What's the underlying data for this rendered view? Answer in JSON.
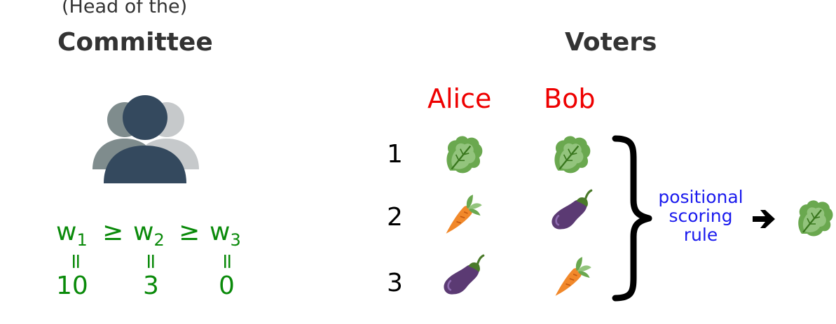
{
  "committee": {
    "subtitle": "(Head of the)",
    "title": "Committee",
    "icon": "committee-people-icon",
    "weights": {
      "w1": "w",
      "w1_sub": "1",
      "w2": "w",
      "w2_sub": "2",
      "w3": "w",
      "w3_sub": "3",
      "geq": "≥",
      "eq": "=",
      "values": [
        "10",
        "3",
        "0"
      ]
    }
  },
  "voters": {
    "title": "Voters",
    "names": [
      "Alice",
      "Bob"
    ],
    "ranks": [
      "1",
      "2",
      "3"
    ],
    "preferences": {
      "Alice": [
        "lettuce-icon",
        "carrot-icon",
        "eggplant-icon"
      ],
      "Bob": [
        "lettuce-icon",
        "eggplant-icon",
        "carrot-icon"
      ]
    }
  },
  "rule": {
    "line1": "positional",
    "line2": "scoring",
    "line3": "rule",
    "result_icon": "lettuce-icon"
  },
  "colors": {
    "heading": "#333333",
    "voter_name": "#ee0000",
    "weights": "#0a8a0a",
    "rule_text": "#1a1aee",
    "person_front": "#34495e",
    "person_back": "#7f8c8d"
  }
}
